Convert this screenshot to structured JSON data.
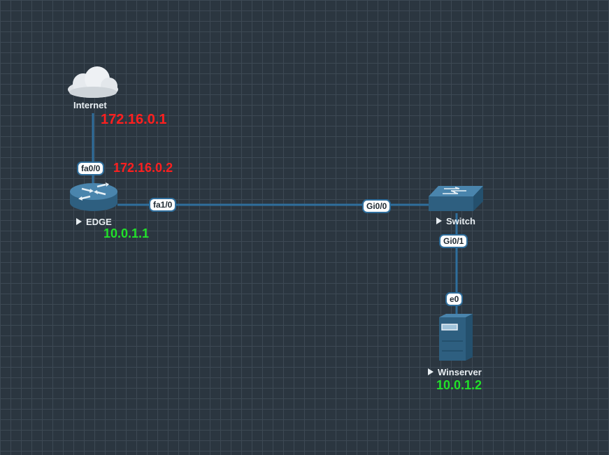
{
  "nodes": {
    "internet": {
      "label": "Internet",
      "icon": "cloud-icon"
    },
    "edge": {
      "label": "EDGE",
      "icon": "router-icon"
    },
    "switch": {
      "label": "Switch",
      "icon": "switch-icon"
    },
    "winserver": {
      "label": "Winserver",
      "icon": "server-icon"
    }
  },
  "ports": {
    "edge_fa0_0": "fa0/0",
    "edge_fa1_0": "fa1/0",
    "switch_gi0_0": "Gi0/0",
    "switch_gi0_1": "Gi0/1",
    "winserver_e0": "e0"
  },
  "ips": {
    "internet": "172.16.0.1",
    "edge_outside": "172.16.0.2",
    "edge_inside": "10.0.1.1",
    "winserver": "10.0.1.2"
  },
  "colors": {
    "background": "#2b3640",
    "grid": "#3d4954",
    "link": "#2f6e9c",
    "ip_public": "#ff1f1f",
    "ip_private": "#22e02a"
  }
}
